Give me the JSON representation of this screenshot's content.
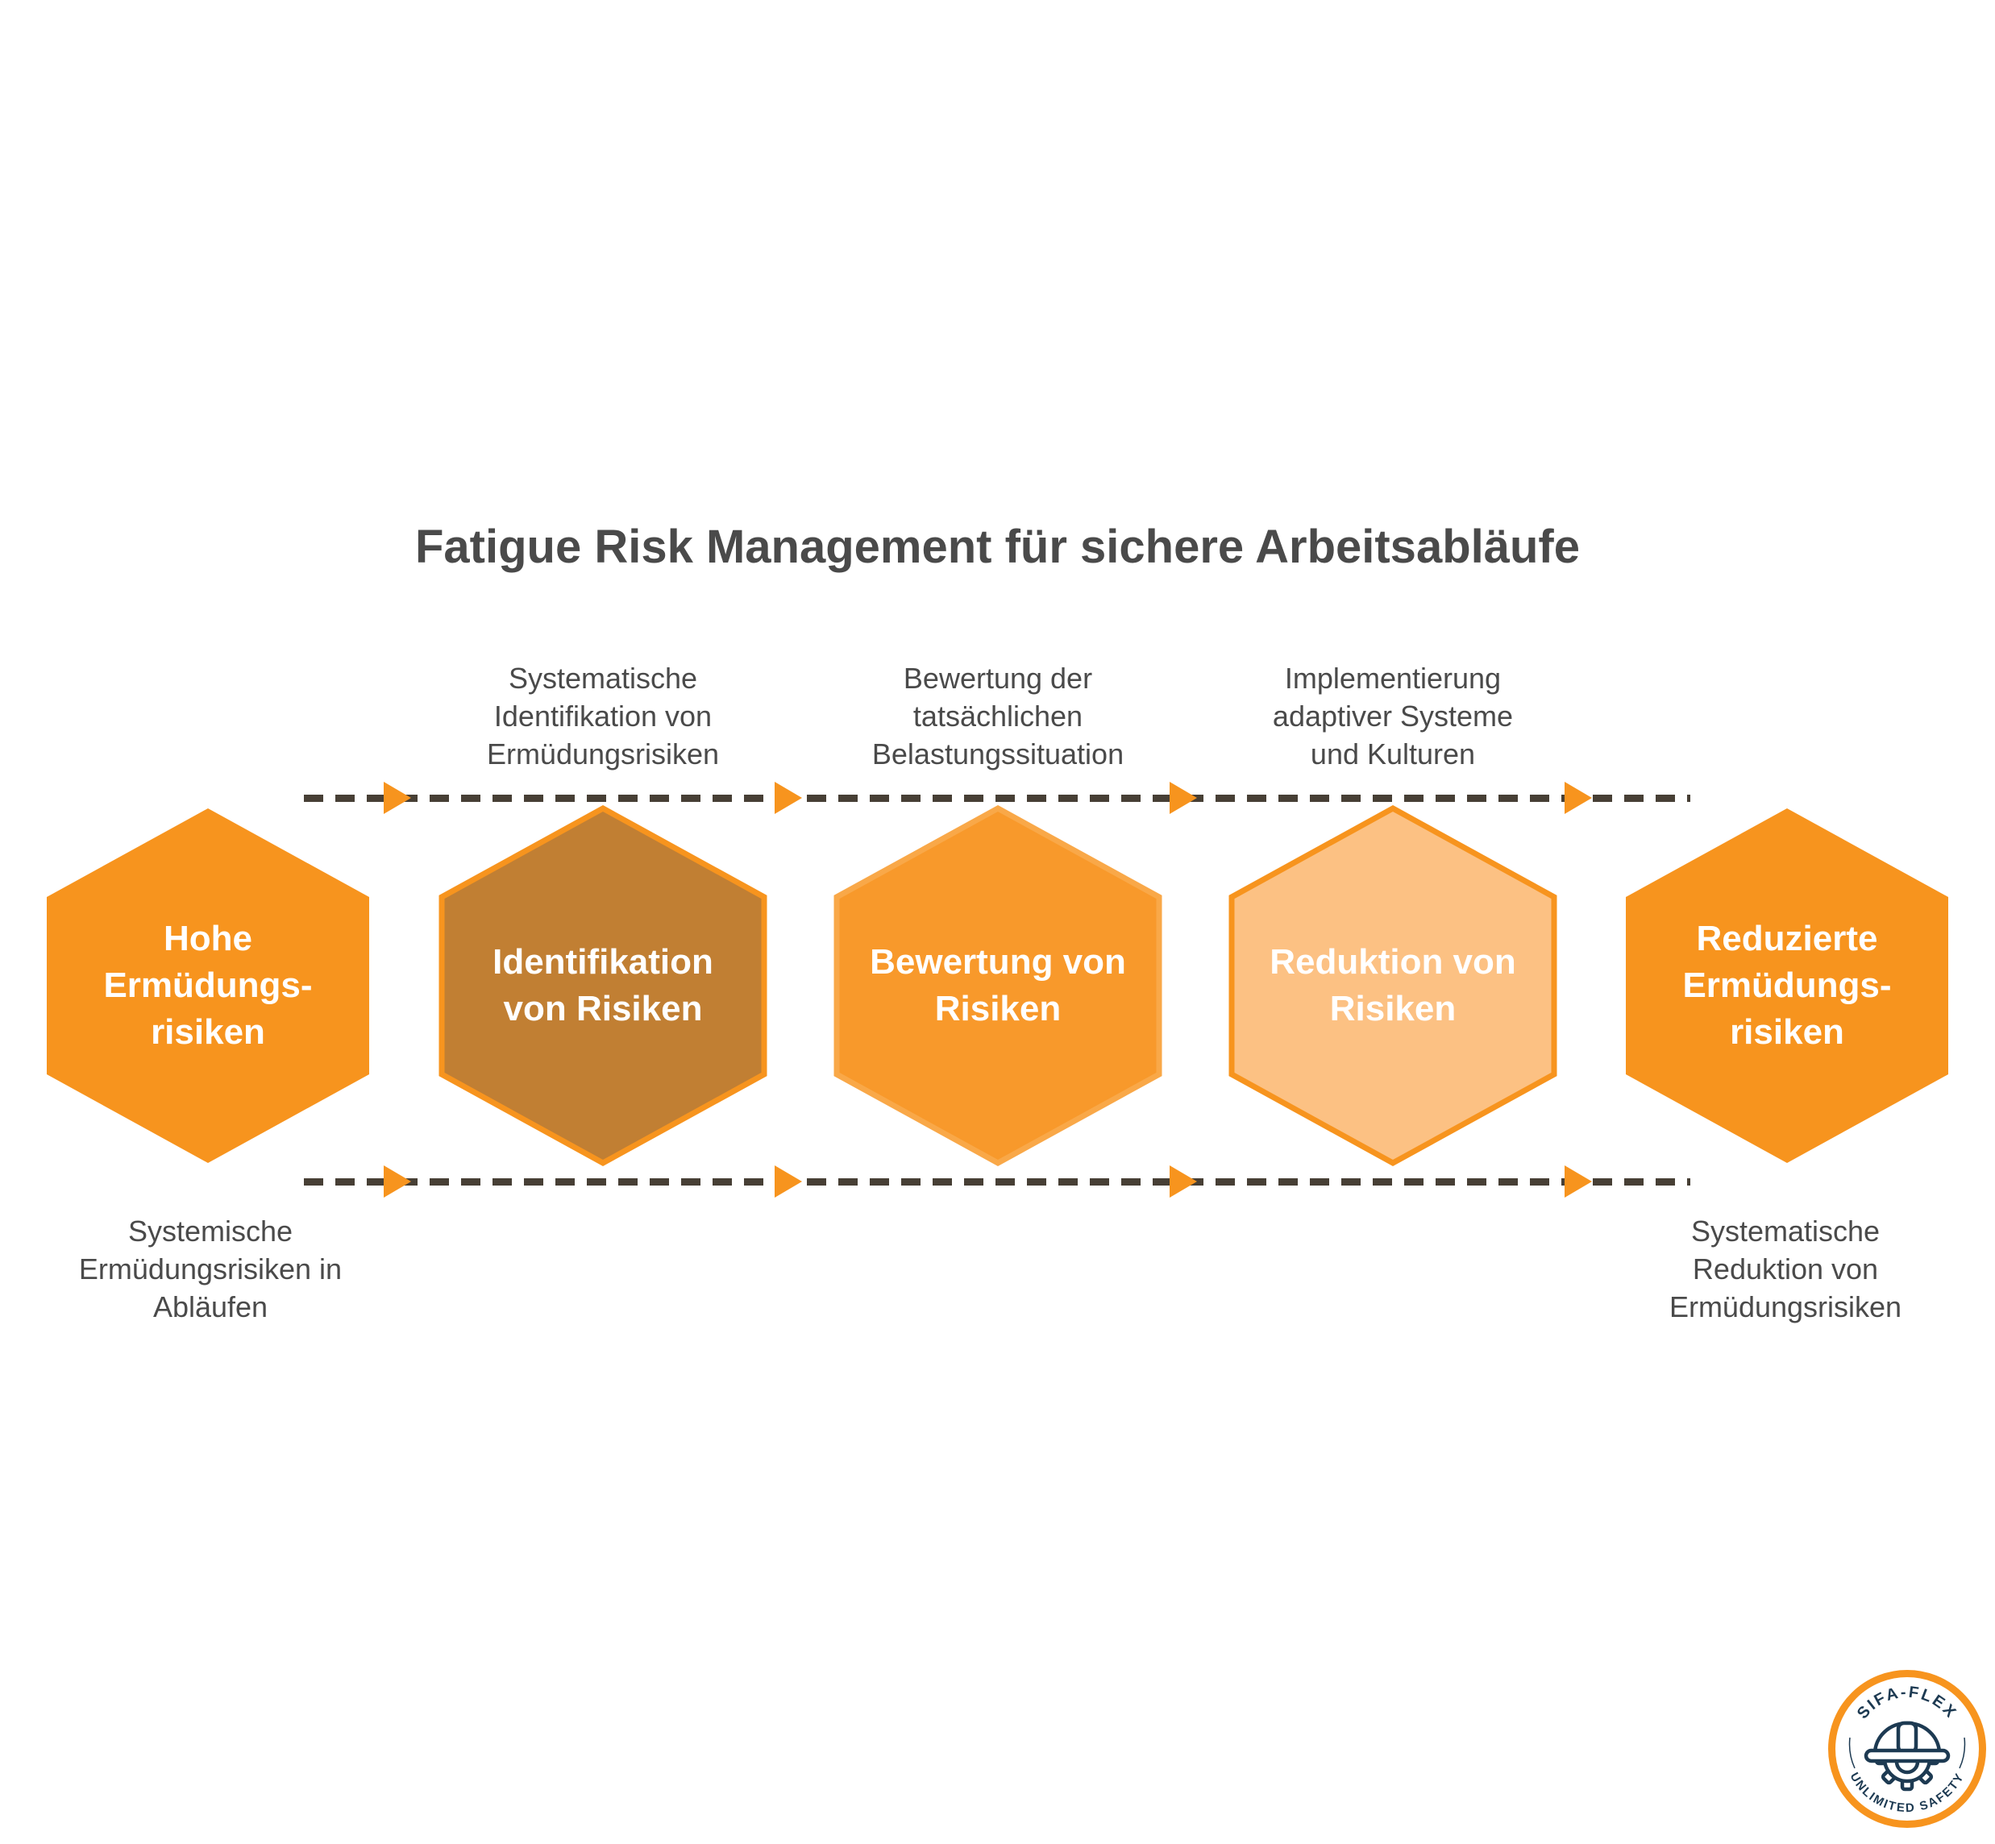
{
  "title": "Fatigue Risk Management für sichere Arbeitsabläufe",
  "process": {
    "top_annotations": [
      {
        "lines": [
          "Systematische",
          "Identifikation von",
          "Ermüdungsrisiken"
        ]
      },
      {
        "lines": [
          "Bewertung der",
          "tatsächlichen",
          "Belastungssituation"
        ]
      },
      {
        "lines": [
          "Implementierung",
          "adaptiver Systeme",
          "und Kulturen"
        ]
      }
    ],
    "steps": [
      {
        "lines": [
          "Hohe",
          "Ermüdungs-",
          "risiken"
        ],
        "fill": "#F7941E",
        "stroke": "none"
      },
      {
        "lines": [
          "Identifikation",
          "von Risiken"
        ],
        "fill": "#C17F33",
        "stroke": "#F7941E"
      },
      {
        "lines": [
          "Bewertung von",
          "Risiken"
        ],
        "fill": "#F8992B",
        "stroke": "#F9A848"
      },
      {
        "lines": [
          "Reduktion von",
          "Risiken"
        ],
        "fill": "#FCC183",
        "stroke": "#F7941E"
      },
      {
        "lines": [
          "Reduzierte",
          "Ermüdungs-",
          "risiken"
        ],
        "fill": "#F7941E",
        "stroke": "none"
      }
    ],
    "bottom_annotations": [
      {
        "lines": [
          "Systemische",
          "Ermüdungsrisiken in",
          "Abläufen"
        ]
      },
      {
        "lines": [
          "Systematische",
          "Reduktion von",
          "Ermüdungsrisiken"
        ]
      }
    ]
  },
  "logo": {
    "brand": "SIFA-FLEX",
    "tagline": "UNLIMITED SAFETY"
  },
  "colors": {
    "accent_orange": "#F7941E",
    "step2_fill": "#C17F33",
    "step3_fill": "#F8992B",
    "step4_fill": "#FCC183",
    "dash": "#473F35",
    "text": "#4A4A4A",
    "step_text": "#FFFFFF",
    "logo_navy": "#1D3A52",
    "background": "#FFFFFF"
  }
}
